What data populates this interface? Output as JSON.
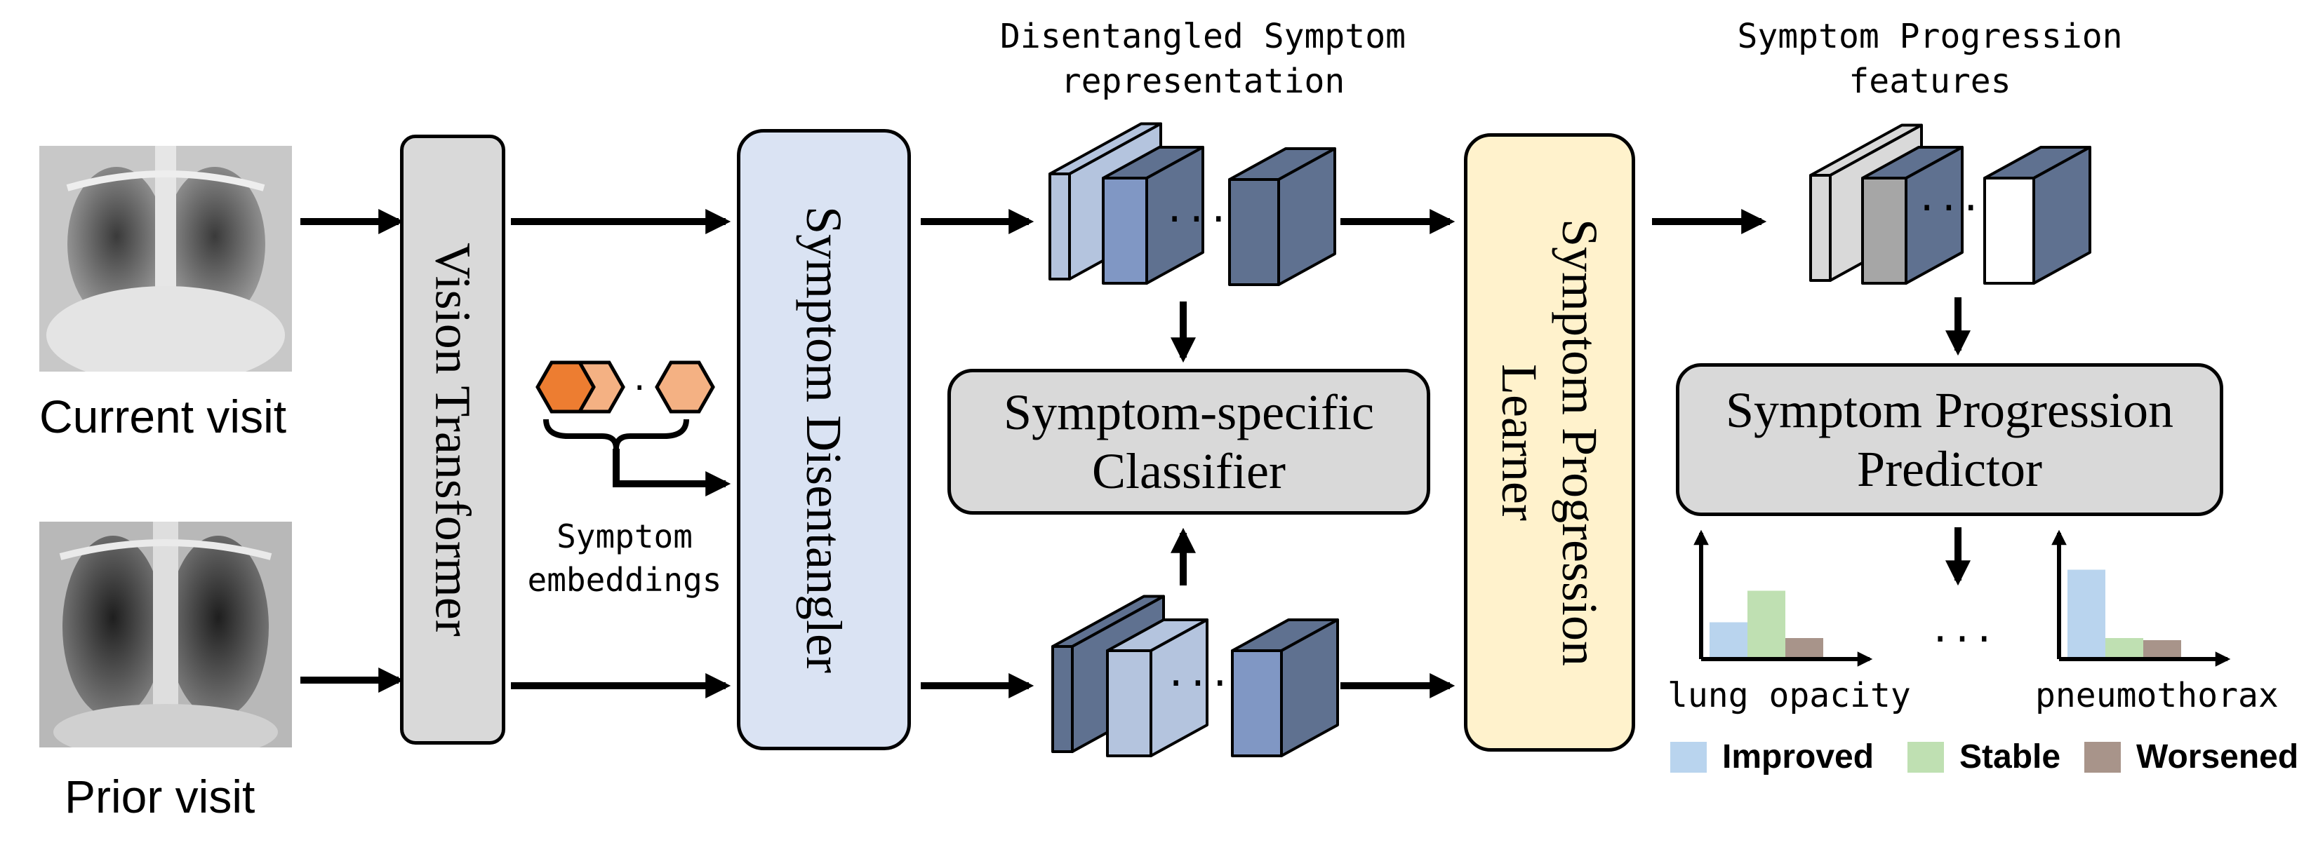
{
  "inputs": {
    "current_label": "Current visit",
    "prior_label": "Prior visit"
  },
  "modules": {
    "vision_transformer": "Vision Transformer",
    "symptom_disentangler": "Symptom Disentangler",
    "symptom_specific_classifier": "Symptom-specific Classifier",
    "symptom_progression_learner": "Symptom Progression Learner",
    "symptom_progression_predictor": "Symptom Progression Predictor"
  },
  "labels": {
    "disentangled_line1": "Disentangled Symptom",
    "disentangled_line2": "representation",
    "progression_features_line1": "Symptom Progression",
    "progression_features_line2": "features",
    "embeddings_line1": "Symptom",
    "embeddings_line2": "embeddings",
    "ellipsis": "···"
  },
  "outputs": {
    "chart1_label": "lung opacity",
    "chart2_label": "pneumothorax",
    "chart1_values": {
      "improved": 0.35,
      "stable": 0.65,
      "worsened": 0.2
    },
    "chart2_values": {
      "improved": 0.85,
      "stable": 0.2,
      "worsened": 0.18
    }
  },
  "legend": [
    {
      "label": "Improved",
      "color": "#b9d4ee"
    },
    {
      "label": "Stable",
      "color": "#bfe0b2"
    },
    {
      "label": "Worsened",
      "color": "#a8948a"
    }
  ],
  "colors": {
    "module_gray": "#d9d9d9",
    "disentangler_blue": "#dae3f3",
    "learner_yellow": "#fff2cc",
    "embedding_dark": "#ed7d31",
    "embedding_light": "#f4b183",
    "feature_light": "#b4c4de",
    "feature_mid": "#8097c4",
    "feature_dark": "#5f7190"
  }
}
